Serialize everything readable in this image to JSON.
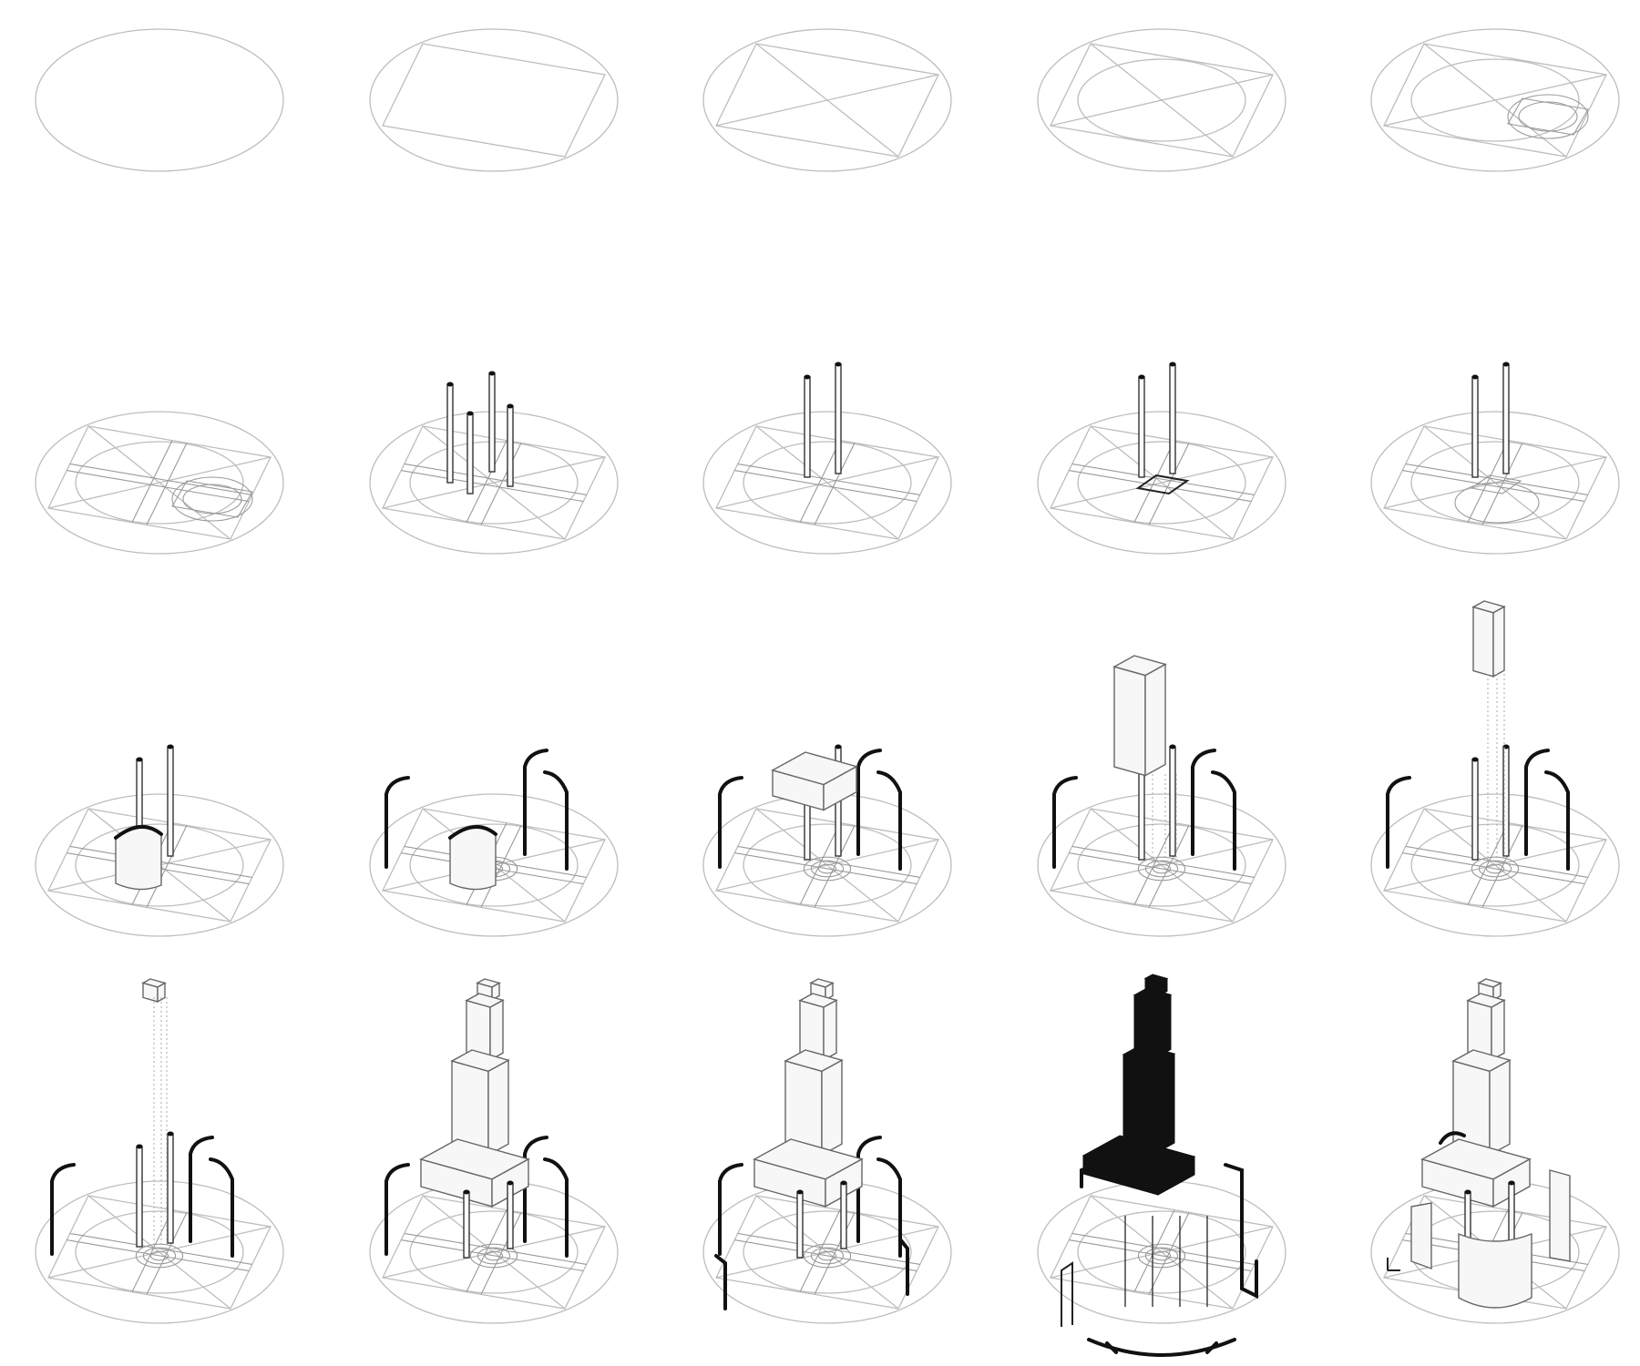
{
  "diagram": {
    "type": "sequential-isometric-construction",
    "rows": 4,
    "columns": 5,
    "steps": [
      {
        "row": 1,
        "col": 1,
        "elements": [
          "base-ellipse"
        ]
      },
      {
        "row": 1,
        "col": 2,
        "elements": [
          "base-ellipse",
          "inscribed-square"
        ]
      },
      {
        "row": 1,
        "col": 3,
        "elements": [
          "base-ellipse",
          "inscribed-square",
          "diagonals"
        ]
      },
      {
        "row": 1,
        "col": 4,
        "elements": [
          "base-ellipse",
          "inscribed-square",
          "diagonals",
          "inner-ellipse"
        ]
      },
      {
        "row": 1,
        "col": 5,
        "elements": [
          "base-ellipse",
          "inscribed-square",
          "diagonals",
          "inner-ellipse",
          "quadrant-detail"
        ]
      },
      {
        "row": 2,
        "col": 1,
        "elements": [
          "grid",
          "quadrant-detail"
        ]
      },
      {
        "row": 2,
        "col": 2,
        "elements": [
          "grid",
          "columns-4"
        ]
      },
      {
        "row": 2,
        "col": 3,
        "elements": [
          "grid",
          "columns-2"
        ]
      },
      {
        "row": 2,
        "col": 4,
        "elements": [
          "grid",
          "columns-2",
          "center-square"
        ]
      },
      {
        "row": 2,
        "col": 5,
        "elements": [
          "grid",
          "columns-2",
          "center-circle"
        ]
      },
      {
        "row": 3,
        "col": 1,
        "elements": [
          "grid",
          "columns-2",
          "cylinder"
        ]
      },
      {
        "row": 3,
        "col": 2,
        "elements": [
          "grid",
          "curved-walls",
          "cylinder"
        ]
      },
      {
        "row": 3,
        "col": 3,
        "elements": [
          "grid",
          "curved-walls",
          "columns-2",
          "cube"
        ]
      },
      {
        "row": 3,
        "col": 4,
        "elements": [
          "grid",
          "curved-walls",
          "columns-2",
          "tower"
        ]
      },
      {
        "row": 3,
        "col": 5,
        "elements": [
          "grid",
          "curved-walls",
          "columns-2",
          "tall-tower"
        ]
      },
      {
        "row": 4,
        "col": 1,
        "elements": [
          "grid",
          "curved-walls",
          "columns-2",
          "thin-spire"
        ]
      },
      {
        "row": 4,
        "col": 2,
        "elements": [
          "grid",
          "curved-walls",
          "stepped-tower"
        ]
      },
      {
        "row": 4,
        "col": 3,
        "elements": [
          "grid",
          "curved-walls",
          "stepped-tower",
          "extra-walls"
        ]
      },
      {
        "row": 4,
        "col": 4,
        "elements": [
          "grid",
          "black-tower",
          "complex-walls"
        ]
      },
      {
        "row": 4,
        "col": 5,
        "elements": [
          "grid",
          "stepped-tower",
          "solid-walls"
        ]
      }
    ],
    "colors": {
      "line": "#bdbdbd",
      "heavy": "#111111",
      "fill": "#f7f7f7"
    }
  }
}
